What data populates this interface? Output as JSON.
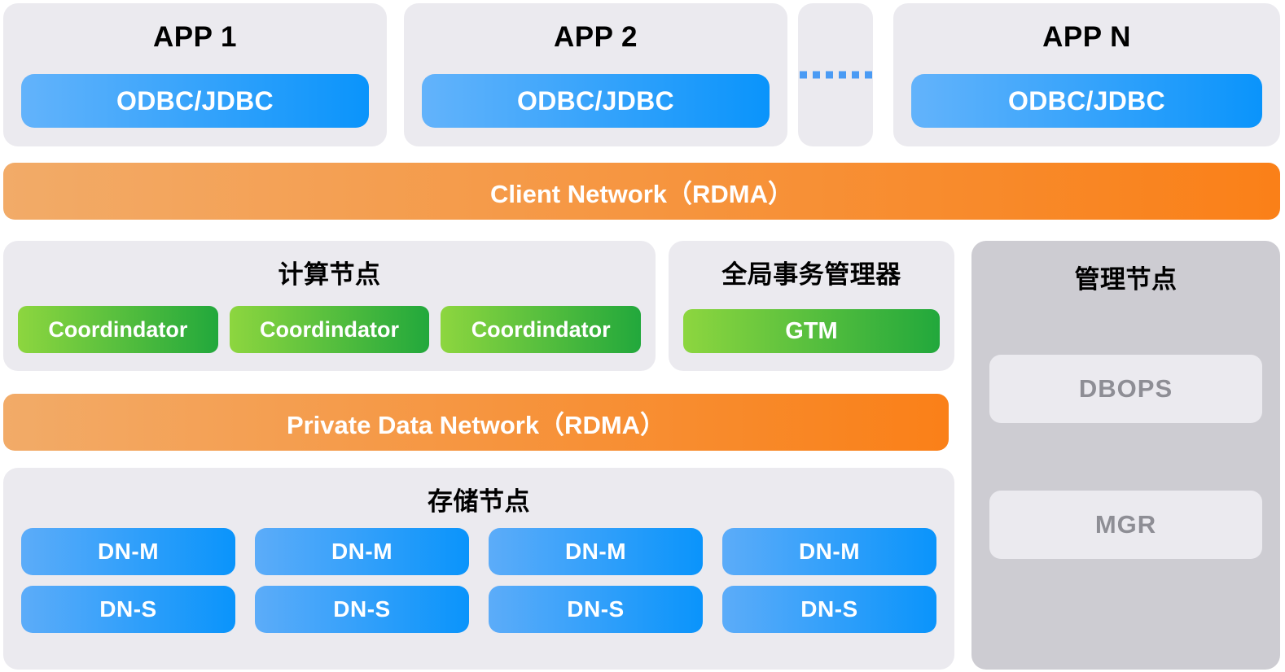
{
  "app_row": {
    "cards": [
      {
        "title": "APP 1",
        "pill": "ODBC/JDBC"
      },
      {
        "title": "APP 2",
        "pill": "ODBC/JDBC"
      },
      {
        "title": "APP N",
        "pill": "ODBC/JDBC"
      }
    ],
    "ellipsis": "......"
  },
  "client_network": {
    "label": "Client Network（RDMA）"
  },
  "compute_node": {
    "title": "计算节点",
    "coordinators": [
      "Coordindator",
      "Coordindator",
      "Coordindator"
    ]
  },
  "gtm_node": {
    "title": "全局事务管理器",
    "pill": "GTM"
  },
  "private_network": {
    "label": "Private Data Network（RDMA）"
  },
  "storage_node": {
    "title": "存储节点",
    "columns": [
      {
        "master": "DN-M",
        "slave": "DN-S"
      },
      {
        "master": "DN-M",
        "slave": "DN-S"
      },
      {
        "master": "DN-M",
        "slave": "DN-S"
      },
      {
        "master": "DN-M",
        "slave": "DN-S"
      }
    ]
  },
  "management_node": {
    "title": "管理节点",
    "items": [
      "DBOPS",
      "MGR"
    ]
  },
  "colors": {
    "panel_bg": "#ebeaef",
    "panel_dark_bg": "#cdccd2",
    "blue_light": "#5cacf9",
    "blue_dark": "#0a94fb",
    "green_light": "#8dd63f",
    "green_dark": "#22a83c",
    "orange_light": "#f2ab68",
    "orange_dark": "#fa8018",
    "muted_text": "#8e8e95"
  }
}
